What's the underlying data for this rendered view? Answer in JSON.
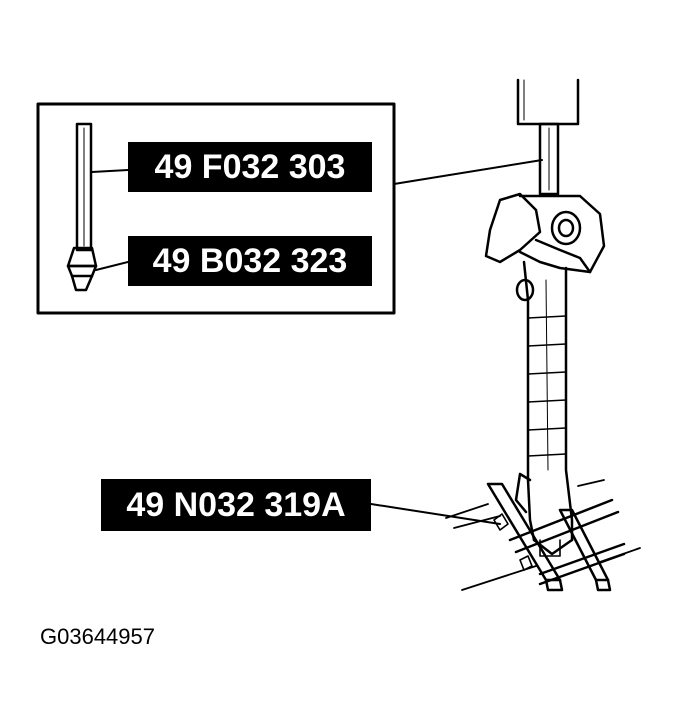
{
  "labels": {
    "part1": "49 F032 303",
    "part2": "49 B032 323",
    "part3": "49 N032 319A"
  },
  "figure_id": "G03644957",
  "colors": {
    "ink": "#000000",
    "paper": "#ffffff"
  }
}
